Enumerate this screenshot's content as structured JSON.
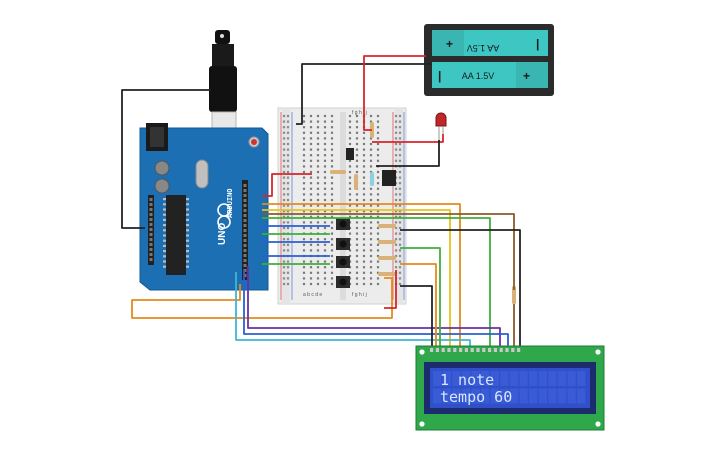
{
  "lcd": {
    "line1": "1 note",
    "line2": "tempo 60"
  },
  "battery": {
    "label_top": "AA 1.5V",
    "label_bottom": "AA 1.5V",
    "plus": "+",
    "minus": "|"
  },
  "arduino": {
    "brand": "ARDUINO",
    "model": "UNO"
  },
  "breadboard": {
    "cols": "a b c d e",
    "cols2": "f g h i j"
  },
  "colors": {
    "arduino_board": "#1b6fb2",
    "lcd_pcb": "#2ea84b",
    "lcd_screen": "#2f50c8",
    "battery_cell": "#3ec6c2",
    "battery_case": "#2b2b2b",
    "wire_black": "#222222",
    "wire_red": "#d8262b",
    "wire_orange": "#e58a19",
    "wire_yellow": "#e7c21b",
    "wire_green": "#3fae3a",
    "wire_blue": "#2a5fd2",
    "wire_purple": "#6b2fa6",
    "wire_cyan": "#3cb7d6",
    "wire_brown": "#8b5a2b"
  }
}
